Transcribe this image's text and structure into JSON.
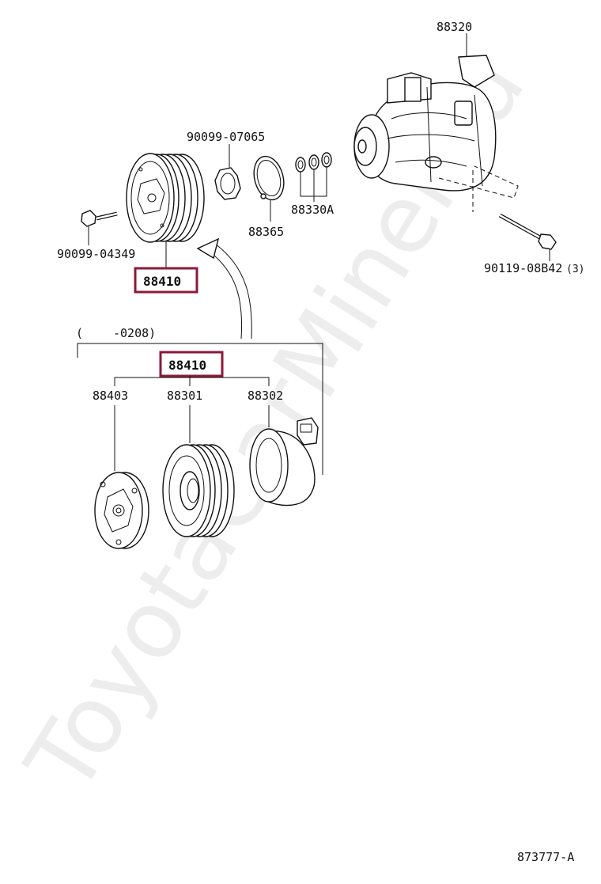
{
  "watermark": "ToyotaCarMiner.ru",
  "figure_code": "873777-A",
  "highlight_color": "#8b1a3a",
  "parts": {
    "compressor": "88320",
    "bolt_long": "90119-08B42",
    "bolt_long_qty": "(3)",
    "snap_ring_small": "90099-07065",
    "snap_ring_large": "88365",
    "shims": "88330A",
    "bolt_small": "90099-04349",
    "clutch_assy_top": "88410",
    "clutch_assy_group": "88410",
    "hub": "88403",
    "pulley": "88301",
    "stator": "88302"
  },
  "date_range": {
    "open": "(",
    "to": "-0208)"
  }
}
